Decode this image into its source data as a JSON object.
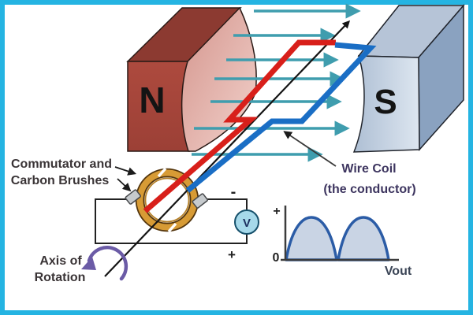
{
  "frame": {
    "border_color": "#25b4e2",
    "background": "#ffffff"
  },
  "magnets": {
    "north": {
      "label": "N",
      "front_color": "#a6453a",
      "top_color": "#8c3a31",
      "pole_face_color": "#e8b7b1"
    },
    "south": {
      "label": "S",
      "front_color": "#ccd8e6",
      "top_color": "#b6c4d7",
      "side_color": "#8aa2c0"
    }
  },
  "field": {
    "arrow_color": "#3f9dae",
    "arrow_count": 7,
    "direction": "left-to-right from N pole to S pole"
  },
  "coil": {
    "red_wire_color": "#d81f1a",
    "blue_wire_color": "#1a6ec5"
  },
  "labels": {
    "commutator": {
      "line1": "Commutator and",
      "line2": "Carbon Brushes"
    },
    "wire_coil": {
      "line1": "Wire Coil",
      "line2": "(the conductor)"
    },
    "axis": {
      "line1": "Axis of",
      "line2": "Rotation"
    }
  },
  "circuit": {
    "voltmeter_label": "V",
    "terminal_negative": "-",
    "terminal_positive": "+",
    "commutator_color": "#d79b35",
    "brush_color": "#c6cacd",
    "voltmeter_fill": "#a6d9ea",
    "rotation_arrow_color": "#6b5ba6"
  },
  "graph_labels": {
    "plus": "+",
    "zero": "0",
    "vout": "Vout"
  },
  "chart_data": {
    "type": "area",
    "title": "",
    "xlabel": "Vout",
    "ylabel": "",
    "x": [
      0,
      0.13,
      0.25,
      0.37,
      0.5,
      0.63,
      0.75,
      0.87,
      1.0
    ],
    "values": [
      0,
      0.65,
      0.92,
      0.65,
      0,
      0.65,
      0.92,
      0.65,
      0
    ],
    "ylim": [
      0,
      1
    ],
    "y_tick_labels": [
      "0",
      "+"
    ],
    "grid": false,
    "legend": "none",
    "line_color": "#2b5ca6",
    "fill_color": "#c9d4e4",
    "waveform": "full-wave rectified sine (two positive humps)"
  }
}
